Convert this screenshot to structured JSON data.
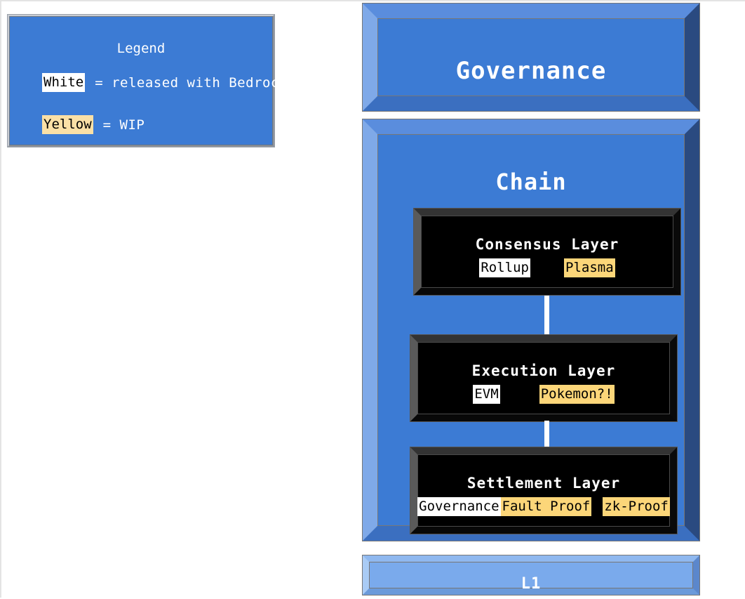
{
  "legend": {
    "title": "Legend",
    "entries": [
      {
        "swatch_label": "White",
        "swatch_color": "#ffffff",
        "description": "= released with Bedrock"
      },
      {
        "swatch_label": "Yellow",
        "swatch_color": "#fae0a6",
        "description": "= WIP"
      }
    ]
  },
  "governance": {
    "title": "Governance"
  },
  "chain": {
    "title": "Chain",
    "layers": [
      {
        "title": "Consensus Layer",
        "tags": [
          {
            "label": "Rollup",
            "status": "released",
            "color": "#ffffff"
          },
          {
            "label": "Plasma",
            "status": "wip",
            "color": "#fcd679"
          }
        ]
      },
      {
        "title": "Execution Layer",
        "tags": [
          {
            "label": "EVM",
            "status": "released",
            "color": "#ffffff"
          },
          {
            "label": "Pokemon?!",
            "status": "wip",
            "color": "#fcd679"
          }
        ]
      },
      {
        "title": "Settlement Layer",
        "tags": [
          {
            "label": "Governance",
            "status": "released",
            "color": "#ffffff"
          },
          {
            "label": "Fault Proof",
            "status": "wip",
            "color": "#fcd679"
          },
          {
            "label": "zk-Proof",
            "status": "wip",
            "color": "#fcd679"
          }
        ]
      }
    ]
  },
  "l1": {
    "title": "L1"
  },
  "colors": {
    "panel_blue": "#3c7bd4",
    "panel_blue_light": "#7aaaec",
    "bevel_highlight": "#7fa9e8",
    "bevel_shadow": "#2a4a80",
    "layer_black": "#000000",
    "wip_yellow": "#fcd679",
    "released_white": "#ffffff",
    "connector_white": "#ffffff"
  }
}
